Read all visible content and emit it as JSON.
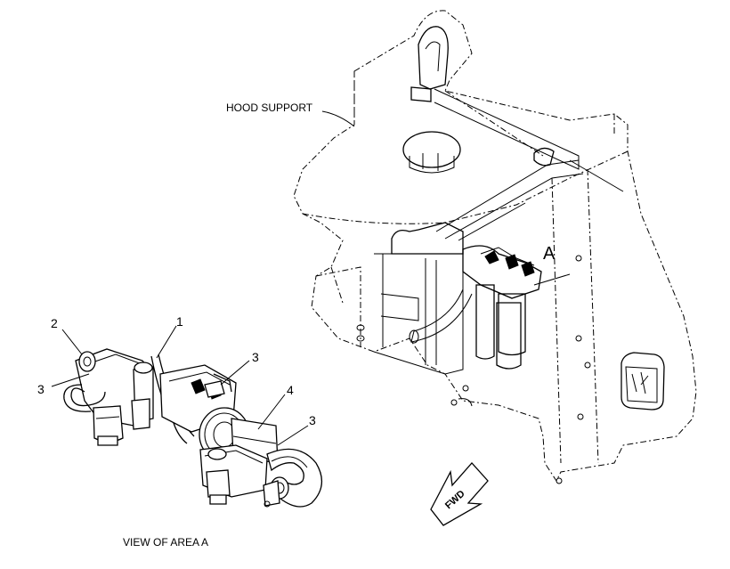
{
  "labels": {
    "hood_support": "HOOD SUPPORT",
    "area": "A",
    "view_caption": "VIEW OF AREA A",
    "fwd": "FWD"
  },
  "callouts": {
    "c1": "1",
    "c2": "2",
    "c3a": "3",
    "c3b": "3",
    "c3c": "3",
    "c4": "4"
  }
}
